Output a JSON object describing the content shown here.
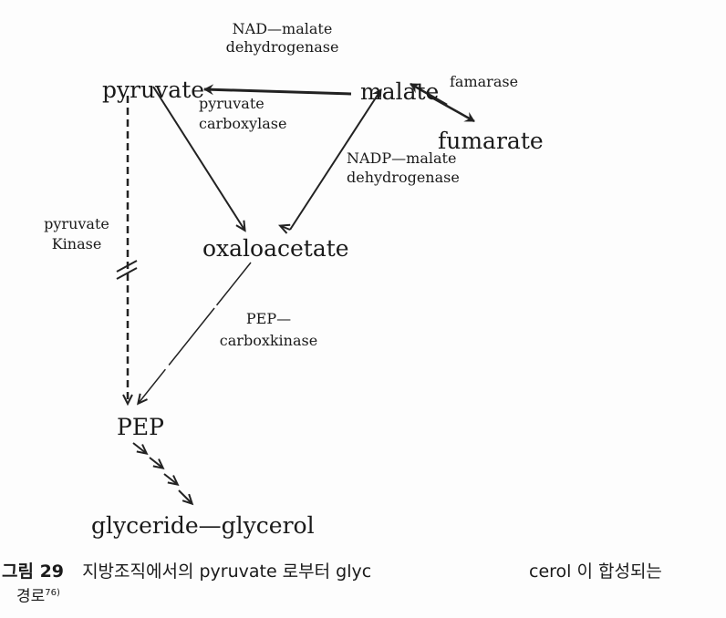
{
  "nodes": {
    "pyruvate": "pyruvate",
    "malate": "malate",
    "fumarate": "fumarate",
    "oxaloacetate": "oxaloacetate",
    "pep": "PEP",
    "glyceride_glycerol": "glyceride—glycerol"
  },
  "enzymes": {
    "nad_malate_1": "NAD—malate",
    "nad_malate_2": "dehydrogenase",
    "fumarase": "famarase",
    "pyruvate_carboxylase_1": "pyruvate",
    "pyruvate_carboxylase_2": "carboxylase",
    "nadp_malate_1": "NADP—malate",
    "nadp_malate_2": "dehydrogenase",
    "pyruvate_kinase_1": "pyruvate",
    "pyruvate_kinase_2": "Kinase",
    "pepck_1": "PEP—",
    "pepck_2": "carboxkinase"
  },
  "caption": {
    "label": "그림 29",
    "line1a": "지방조직에서의 pyruvate 로부터 glyc",
    "line1b": "cerol 이 합성되는",
    "line2": "경로",
    "ref": "76)"
  }
}
